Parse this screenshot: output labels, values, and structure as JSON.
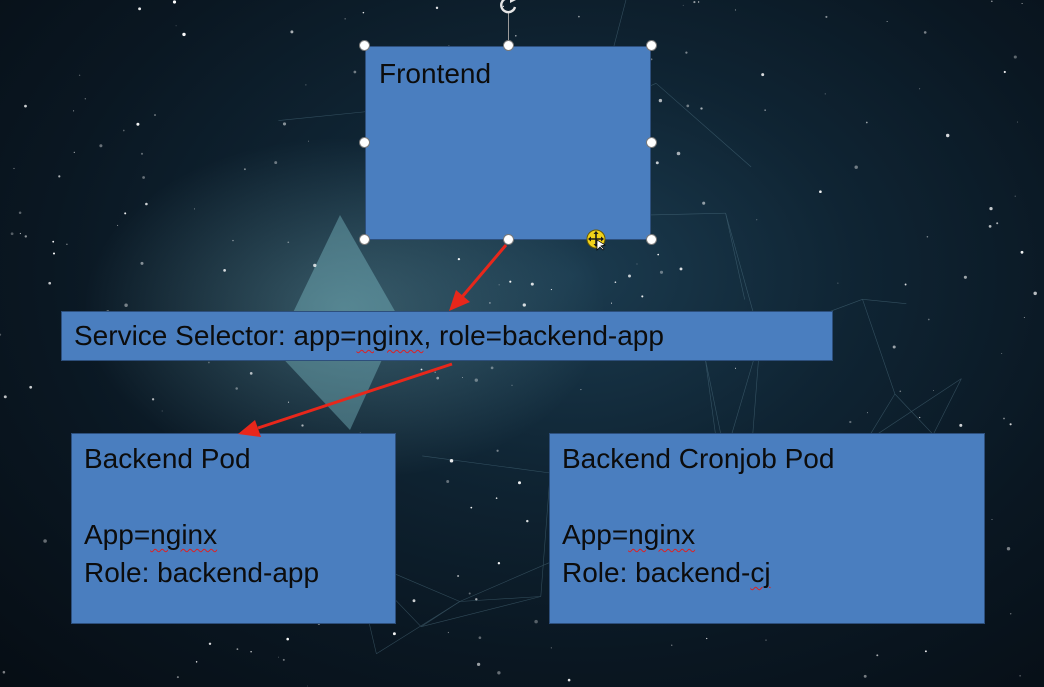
{
  "frontend": {
    "label": "Frontend"
  },
  "service_selector": {
    "prefix": "Service Selector: app=",
    "app_value": "nginx",
    "suffix": ", role=backend-app"
  },
  "backend_pod": {
    "title": "Backend Pod",
    "app_prefix": "App=",
    "app_value": "nginx",
    "role": "Role: backend-app"
  },
  "cronjob_pod": {
    "title": "Backend Cronjob Pod",
    "app_prefix": "App=",
    "app_value": "nginx",
    "role_prefix": "Role: backend-",
    "role_value": "cj"
  },
  "icons": {
    "rotate": "rotate-icon",
    "move": "move-cursor-icon"
  },
  "colors": {
    "box_fill": "#4a7ebf",
    "arrow": "#e8271b",
    "background": "#0a1722"
  }
}
